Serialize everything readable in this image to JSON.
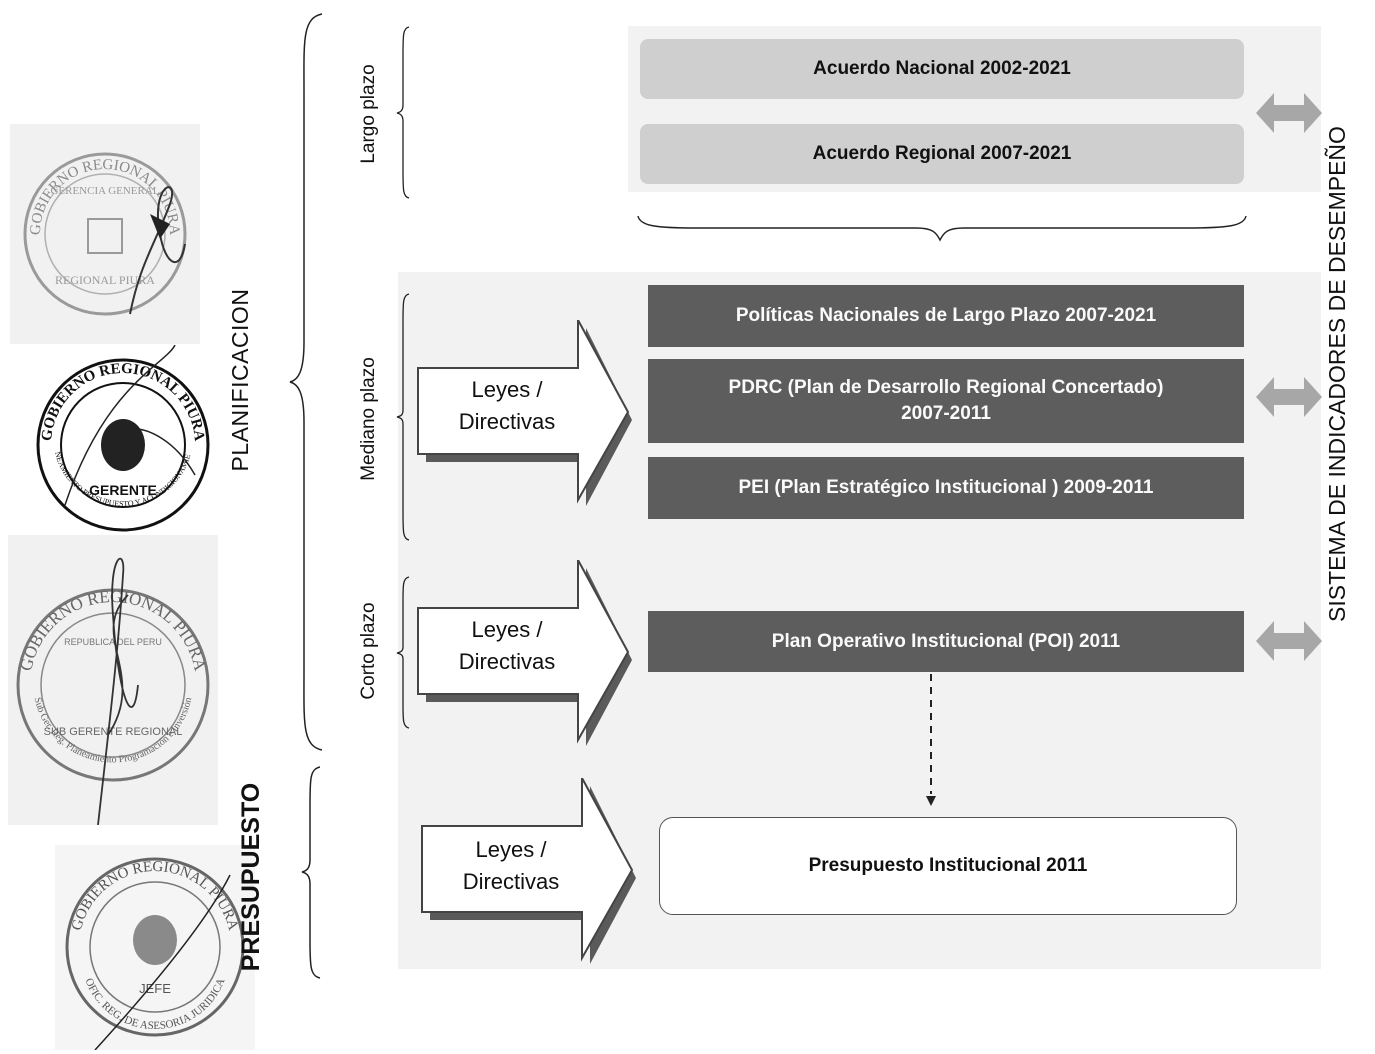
{
  "side_system_label": "SISTEMA DE INDICADORES DE DESEMPEÑO",
  "phases": {
    "planificacion": "PLANIFICACION",
    "presupuesto": "PRESUPUESTO"
  },
  "horizons": {
    "largo": "Largo plazo",
    "mediano": "Mediano plazo",
    "corto": "Corto plazo"
  },
  "largo_plazo_boxes": [
    "Acuerdo Nacional 2002-2021",
    "Acuerdo Regional 2007-2021"
  ],
  "mediano_plazo_boxes": [
    {
      "line1": "Políticas Nacionales de Largo Plazo 2007-2021",
      "line2": ""
    },
    {
      "line1": "PDRC (Plan de Desarrollo Regional Concertado)",
      "line2": "2007-2011"
    },
    {
      "line1": "PEI (Plan Estratégico Institucional ) 2009-2011",
      "line2": ""
    }
  ],
  "corto_plazo_box": "Plan Operativo Institucional (POI) 2011",
  "presupuesto_box": "Presupuesto Institucional 2011",
  "arrows": [
    {
      "line1": "Leyes /",
      "line2": "Directivas"
    },
    {
      "line1": "Leyes /",
      "line2": "Directivas"
    },
    {
      "line1": "Leyes /",
      "line2": "Directivas"
    }
  ],
  "seals": [
    {
      "text_top": "GOBIERNO REGIONAL PIURA",
      "text_inner": "GERENCIA GENERAL",
      "text_bottom": "REGIONAL PIURA"
    },
    {
      "text_top": "GOBIERNO REGIONAL PIURA",
      "text_center": "GERENTE",
      "text_bottom": "GER. REG. DE PLANEAMIENTO PRESUPUESTO Y ACONDICIONAMIENTO TERRITORIAL"
    },
    {
      "text_top": "GOBIERNO REGIONAL PIURA",
      "text_inner": "REPUBLICA DEL PERU",
      "text_center": "SUB GERENTE REGIONAL",
      "text_bottom": "Sub Ger. Reg. Planeamiento Programación e Inversión"
    },
    {
      "text_top": "GOBIERNO REGIONAL PIURA",
      "text_center": "JEFE",
      "text_bottom": "OFIC. REG. DE ASESORIA JURIDICA"
    }
  ],
  "colors": {
    "gray_box": "#cfcfcf",
    "dark_box": "#5d5d5d",
    "double_arrow": "#a7a7a7",
    "panel": "#f2f2f2"
  }
}
